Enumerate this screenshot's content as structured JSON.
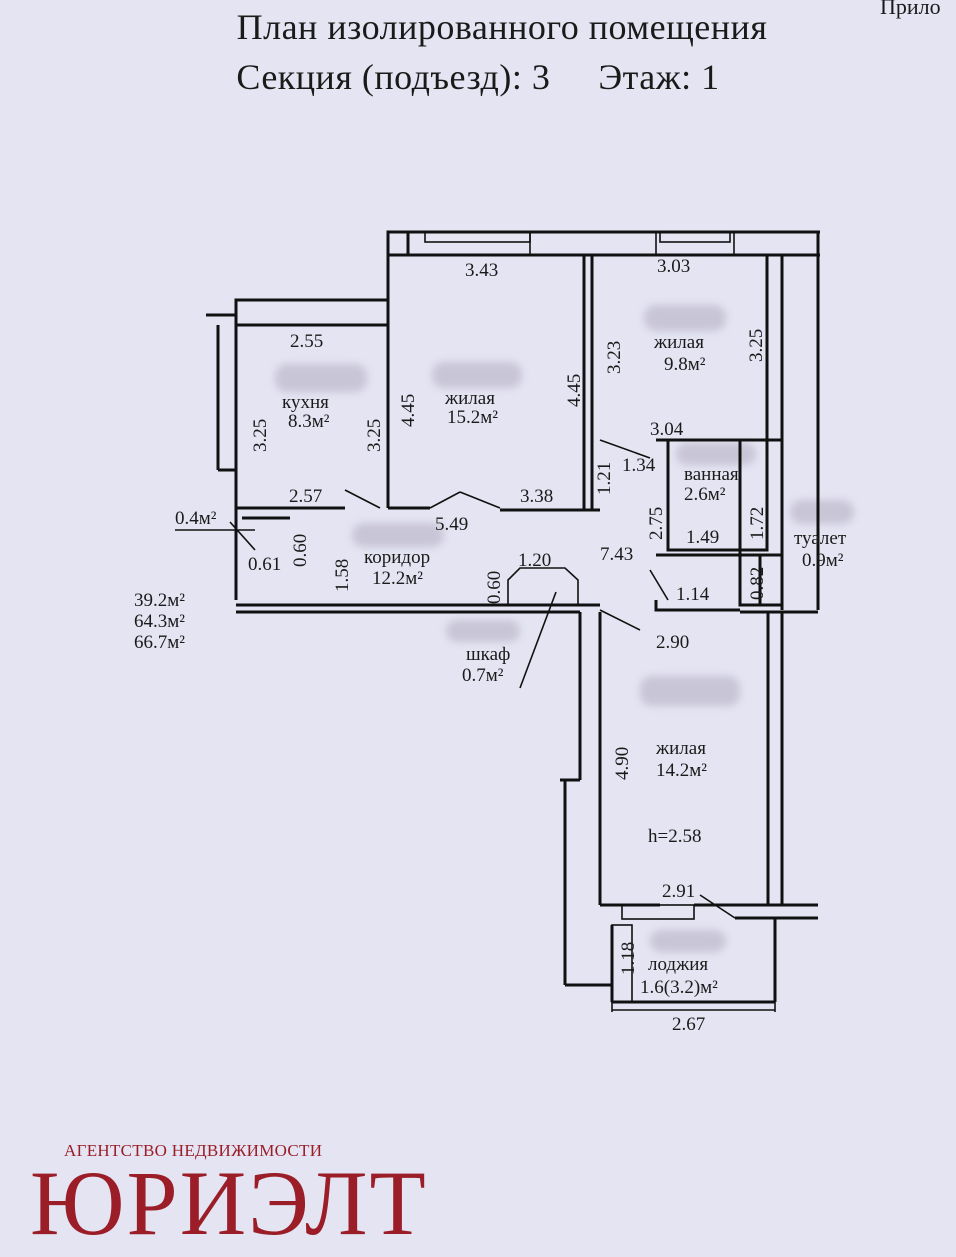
{
  "header": {
    "title": "План изолированного помещения",
    "section": "Секция (подъезд): 3",
    "floor": "Этаж: 1",
    "corner_fragment": "Прило"
  },
  "rooms": {
    "kitchen": {
      "name": "кухня",
      "area": "8.3м²"
    },
    "living_1": {
      "name": "жилая",
      "area": "15.2м²"
    },
    "living_2": {
      "name": "жилая",
      "area": "9.8м²"
    },
    "bathroom": {
      "name": "ванная",
      "area": "2.6м²"
    },
    "toilet": {
      "name": "туалет",
      "area": "0.9м²"
    },
    "corridor": {
      "name": "коридор",
      "area": "12.2м²"
    },
    "closet": {
      "name": "шкаф",
      "area": "0.7м²"
    },
    "living_3": {
      "name": "жилая",
      "area": "14.2м²"
    },
    "loggia": {
      "name": "лоджия",
      "area": "1.6(3.2)м²"
    },
    "niche": {
      "area": "0.4м²"
    }
  },
  "totals": [
    "39.2м²",
    "64.3м²",
    "66.7м²"
  ],
  "ceiling_height": "h=2.58",
  "dimensions": {
    "d_343": "3.43",
    "d_303": "3.03",
    "d_255": "2.55",
    "d_445_a": "4.45",
    "d_445_b": "4.45",
    "d_323": "3.23",
    "d_325_a": "3.25",
    "d_325_b": "3.25",
    "d_325_c": "3.25",
    "d_304": "3.04",
    "d_134": "1.34",
    "d_121": "1.21",
    "d_257": "2.57",
    "d_549": "5.49",
    "d_338": "3.38",
    "d_275": "2.75",
    "d_172": "1.72",
    "d_149": "1.49",
    "d_060_a": "0.60",
    "d_061": "0.61",
    "d_158": "1.58",
    "d_120": "1.20",
    "d_060_b": "0.60",
    "d_743": "7.43",
    "d_114": "1.14",
    "d_082": "0.82",
    "d_290": "2.90",
    "d_490": "4.90",
    "d_291": "2.91",
    "d_118": "1.18",
    "d_267": "2.67"
  },
  "agency": {
    "tagline": "АГЕНТСТВО НЕДВИЖИМОСТИ",
    "name": "ЮРИЭЛТ",
    "color": "#9a1d27"
  }
}
